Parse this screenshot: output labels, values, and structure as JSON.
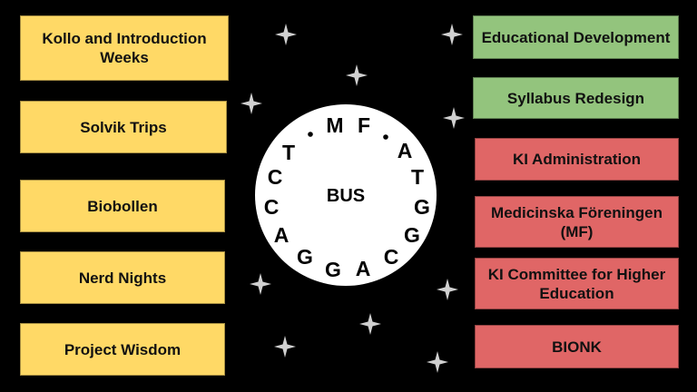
{
  "left_boxes": [
    {
      "label": "Kollo and Introduction Weeks"
    },
    {
      "label": "Solvik Trips"
    },
    {
      "label": "Biobollen"
    },
    {
      "label": "Nerd Nights"
    },
    {
      "label": "Project Wisdom"
    }
  ],
  "right_boxes": [
    {
      "label": "Educational Development",
      "color": "#93c47d"
    },
    {
      "label": "Syllabus Redesign",
      "color": "#93c47d"
    },
    {
      "label": "KI Administration",
      "color": "#e06666"
    },
    {
      "label": "Medicinska Föreningen (MF)",
      "color": "#e06666"
    },
    {
      "label": "KI Committee for Higher Education",
      "color": "#e06666"
    },
    {
      "label": "BIONK",
      "color": "#e06666"
    }
  ],
  "center": {
    "label": "BUS",
    "ring_letters": [
      "M",
      "F",
      "A",
      "T",
      "G",
      "G",
      "C",
      "A",
      "G",
      "G",
      "A",
      "C",
      "C",
      "T"
    ]
  },
  "colors": {
    "background": "#000000",
    "activity": "#ffd966",
    "positive": "#93c47d",
    "negative": "#e06666",
    "circle": "#ffffff"
  },
  "decorations": {
    "star_icon": "sparkle-star-icon"
  }
}
